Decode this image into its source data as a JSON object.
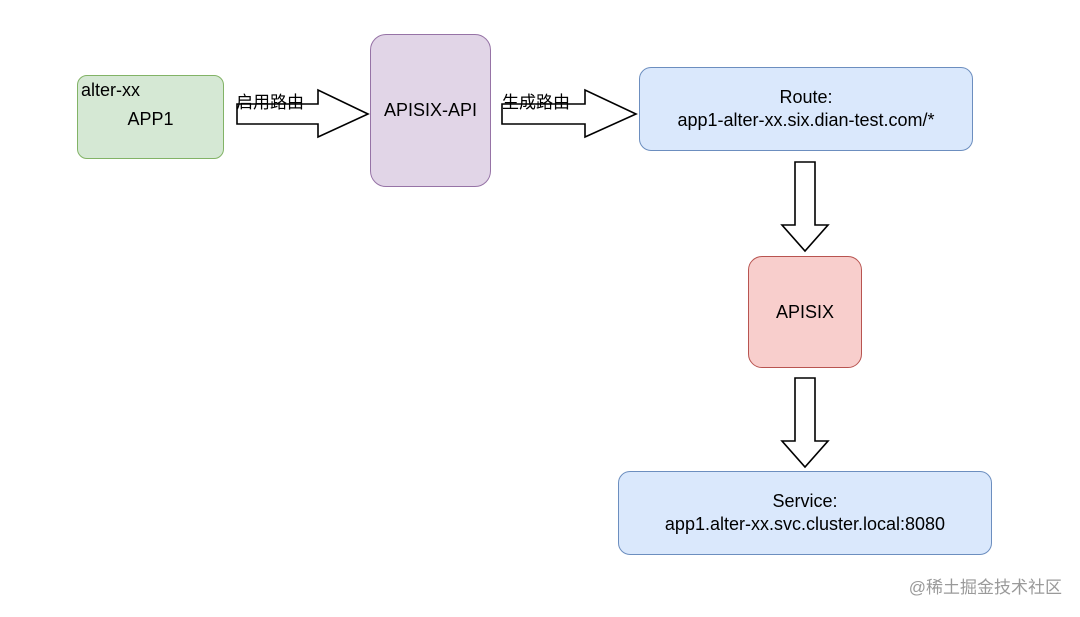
{
  "nodes": {
    "app1": {
      "tag": "alter-xx",
      "label": "APP1"
    },
    "apisix_api": {
      "label": "APISIX-API"
    },
    "route": {
      "line1": "Route:",
      "line2": "app1-alter-xx.six.dian-test.com/*"
    },
    "apisix": {
      "label": "APISIX"
    },
    "service": {
      "line1": "Service:",
      "line2": "app1.alter-xx.svc.cluster.local:8080"
    }
  },
  "edges": {
    "enable_route": "启用路由",
    "generate_route": "生成路由"
  },
  "colors": {
    "green_fill": "#d5e8d4",
    "green_stroke": "#82b366",
    "purple_fill": "#e1d5e7",
    "purple_stroke": "#9673a6",
    "blue_fill": "#dae8fc",
    "blue_stroke": "#6c8ebf",
    "red_fill": "#f8cecc",
    "red_stroke": "#b85450"
  },
  "watermark": "@稀土掘金技术社区"
}
